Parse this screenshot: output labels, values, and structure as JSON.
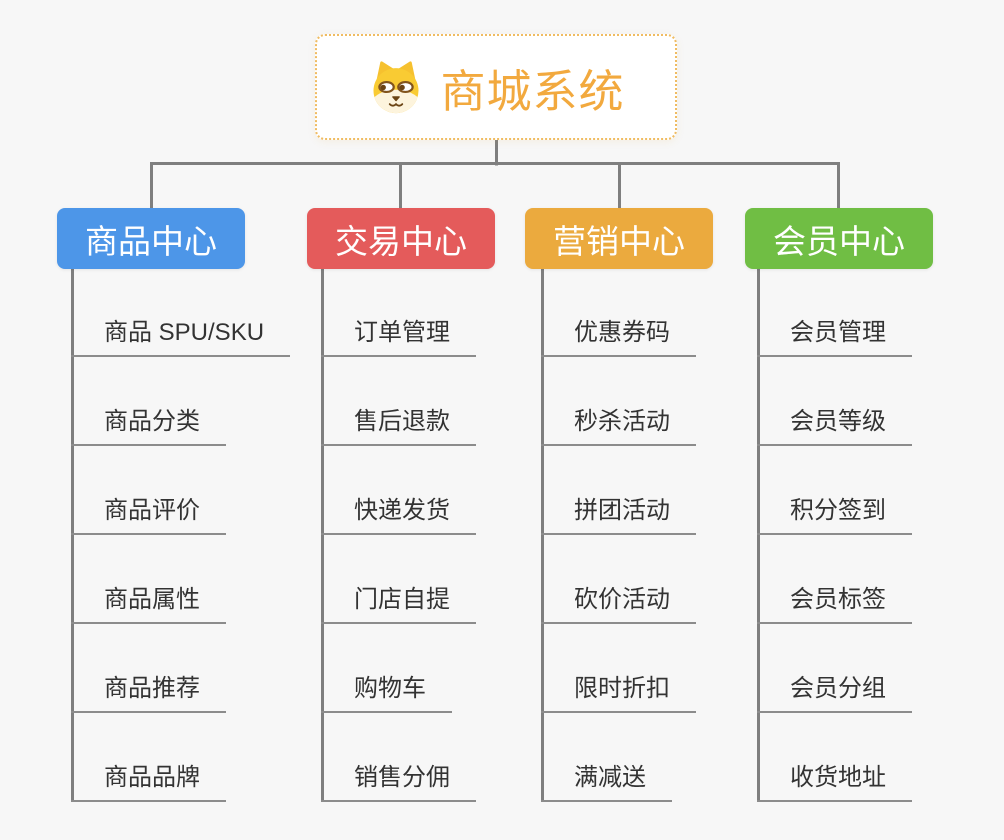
{
  "root": {
    "title": "商城系统",
    "icon": "shiba-dog-icon"
  },
  "branches": [
    {
      "label": "商品中心",
      "color": "#4d96e8",
      "children": [
        "商品 SPU/SKU",
        "商品分类",
        "商品评价",
        "商品属性",
        "商品推荐",
        "商品品牌"
      ]
    },
    {
      "label": "交易中心",
      "color": "#e45b5b",
      "children": [
        "订单管理",
        "售后退款",
        "快递发货",
        "门店自提",
        "购物车",
        "销售分佣"
      ]
    },
    {
      "label": "营销中心",
      "color": "#ebaa3e",
      "children": [
        "优惠券码",
        "秒杀活动",
        "拼团活动",
        "砍价活动",
        "限时折扣",
        "满减送"
      ]
    },
    {
      "label": "会员中心",
      "color": "#70be44",
      "children": [
        "会员管理",
        "会员等级",
        "积分签到",
        "会员标签",
        "会员分组",
        "收货地址"
      ]
    }
  ],
  "colors": {
    "background": "#f7f7f7",
    "connector": "#7f7f7f",
    "leaf_underline": "#8c8c8c",
    "leaf_text": "#333333",
    "root_text": "#f2a93e",
    "root_border": "#f0bc62",
    "branch_text": "#ffffff"
  }
}
